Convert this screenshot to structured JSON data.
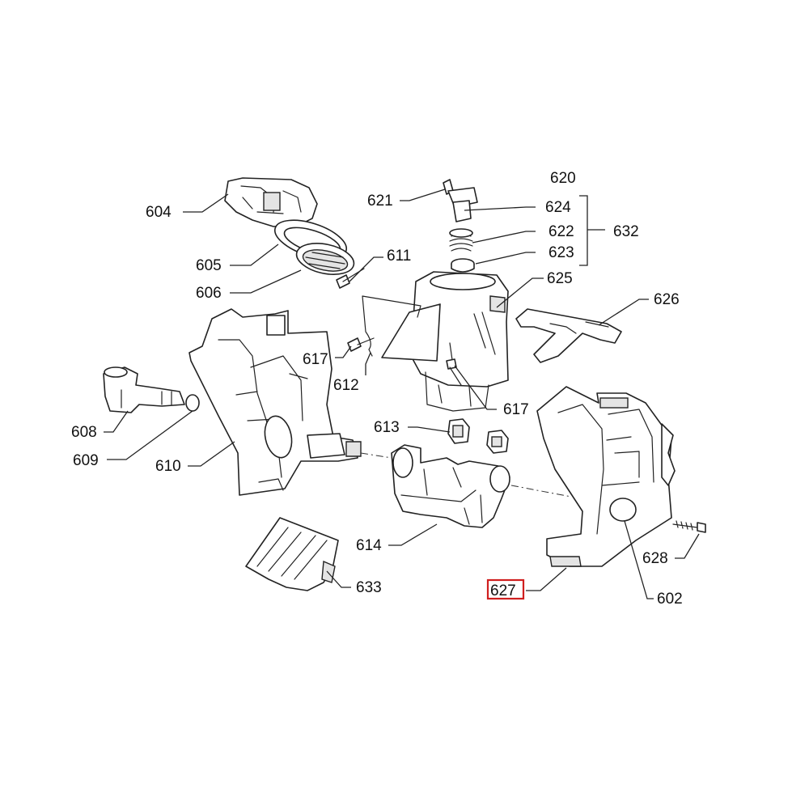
{
  "labels": {
    "l602": "602",
    "l604": "604",
    "l605": "605",
    "l606": "606",
    "l608": "608",
    "l609": "609",
    "l610": "610",
    "l611": "611",
    "l612": "612",
    "l613": "613",
    "l614": "614",
    "l617a": "617",
    "l617b": "617",
    "l620": "620",
    "l621": "621",
    "l622": "622",
    "l623": "623",
    "l624": "624",
    "l625": "625",
    "l626": "626",
    "l627": "627",
    "l628": "628",
    "l632": "632",
    "l633": "633"
  },
  "highlight": {
    "part": "627",
    "color": "#d01f1f"
  },
  "colors": {
    "line": "#222222",
    "background": "#ffffff"
  }
}
